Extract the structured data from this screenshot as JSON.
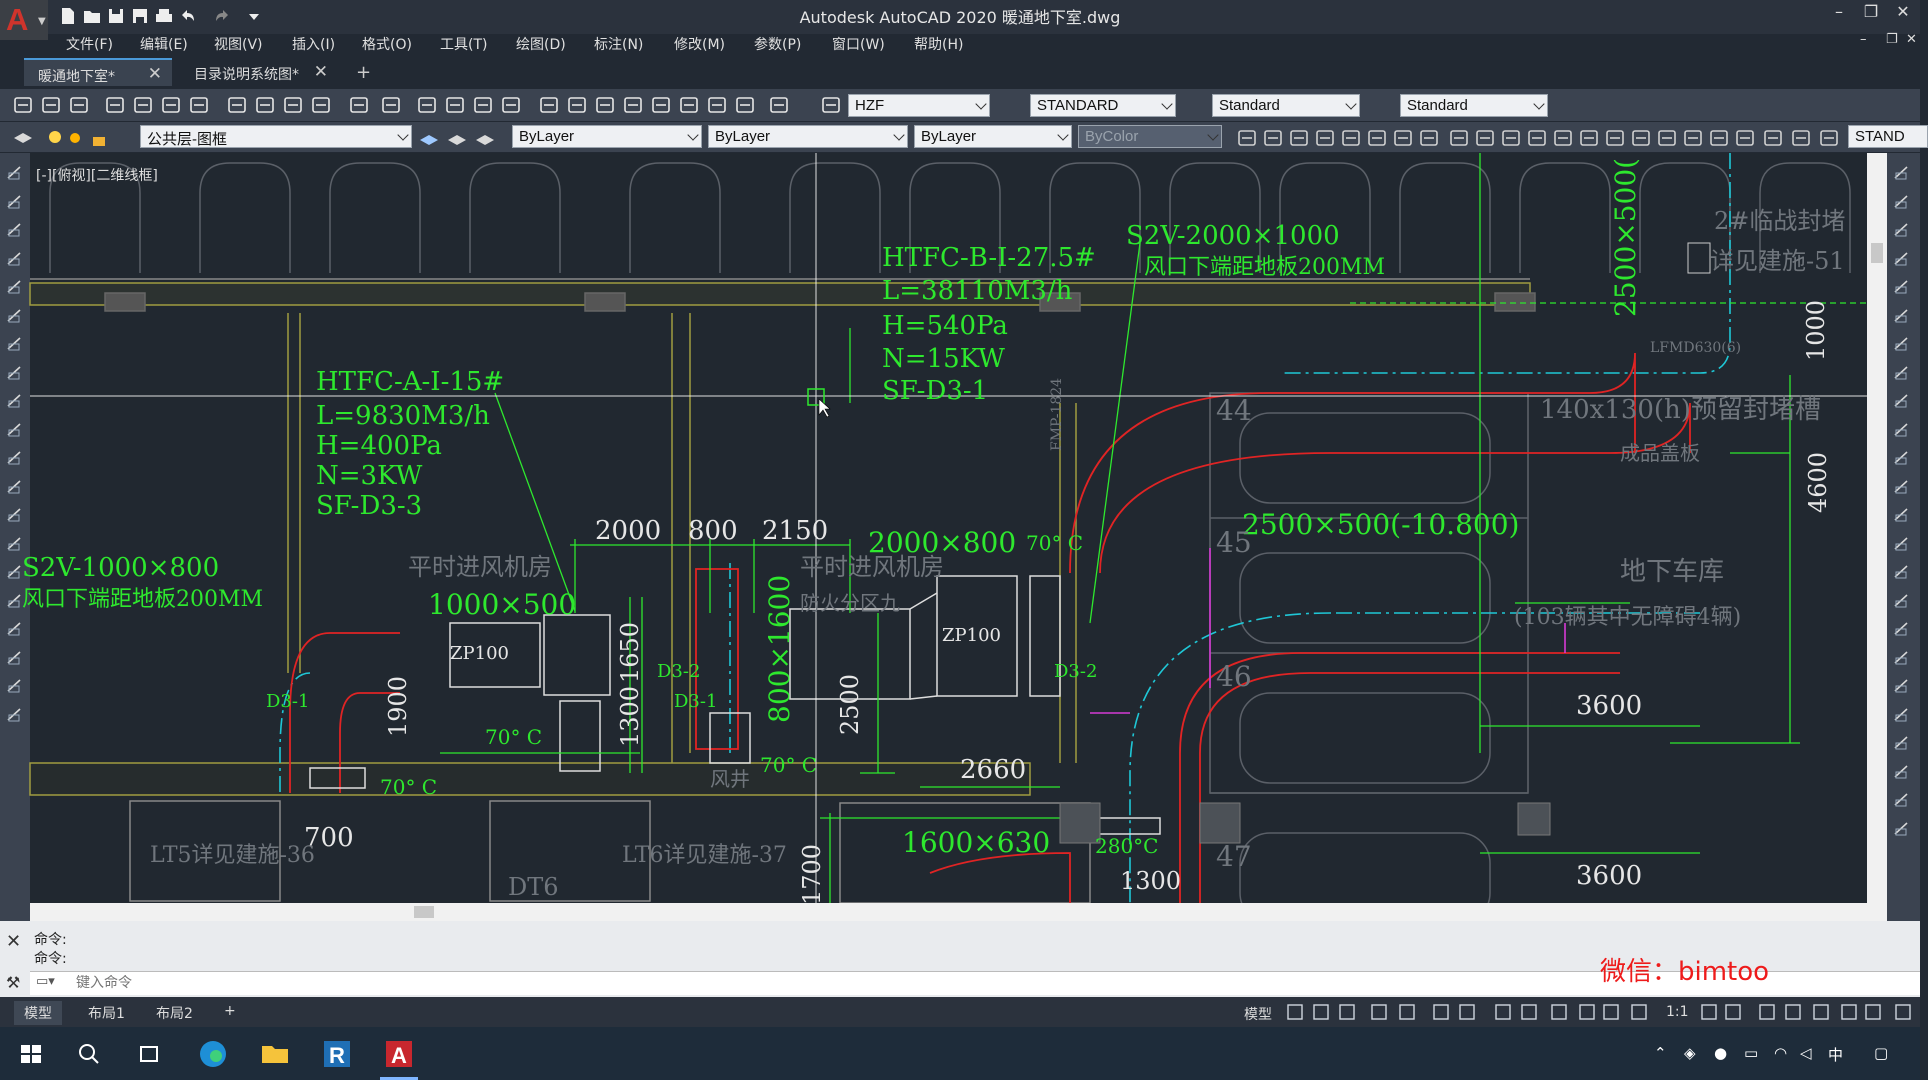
{
  "app": {
    "window_title": "Autodesk AutoCAD 2020   暖通地下室.dwg",
    "logo_letter": "A",
    "win_min": "–",
    "win_max": "❐",
    "win_close": "✕"
  },
  "menubar": {
    "items": [
      "文件(F)",
      "编辑(E)",
      "视图(V)",
      "插入(I)",
      "格式(O)",
      "工具(T)",
      "绘图(D)",
      "标注(N)",
      "修改(M)",
      "参数(P)",
      "窗口(W)",
      "帮助(H)"
    ]
  },
  "tabs": [
    {
      "label": "暖通地下室*",
      "active": true
    },
    {
      "label": "目录说明系统图*",
      "active": false
    }
  ],
  "tab_close": "✕",
  "tab_add": "+",
  "toolbar1": {
    "text_style": "HZF",
    "dim_style": "STANDARD",
    "table_style": "Standard",
    "mleader_style": "Standard"
  },
  "toolbar2": {
    "layer": "公共层-图框",
    "color": "ByLayer",
    "linetype": "ByLayer",
    "lineweight": "ByLayer",
    "plot_style": "ByColor",
    "right_partial": "STAND"
  },
  "drawing": {
    "viewport_label": "[-][俯视][二维线框]",
    "labels": {
      "htfc_b_name": "HTFC-B-I-27.5#",
      "htfc_b_flow": "L=38110M3/h",
      "htfc_b_h": "H=540Pa",
      "htfc_b_n": "N=15KW",
      "htfc_b_sf": "SF-D3-1",
      "s2v_top": "S2V-2000×1000",
      "s2v_top_note": "风口下端距地板200MM",
      "htfc_a_name": "HTFC-A-I-15#",
      "htfc_a_flow": "L=9830M3/h",
      "htfc_a_h": "H=400Pa",
      "htfc_a_n": "N=3KW",
      "htfc_a_sf": "SF-D3-3",
      "s2v_left": "S2V-1000×800",
      "s2v_left_note": "风口下端距地板200MM",
      "dim_2000": "2000",
      "dim_800": "800",
      "dim_2150": "2150",
      "duct_2000x800": "2000×800",
      "duct_1000x500": "1000×500",
      "duct_2500x500": "2500×500(-10.800)",
      "duct_2500x500_top": "2500×500(",
      "duct_800x1600": "800×1600",
      "duct_1600x630": "1600×630",
      "temp_70_a": "70° C",
      "temp_70_b": "70° C",
      "temp_70_c": "70° C",
      "temp_70_d": "70° C",
      "temp_280": "280°C",
      "zp100_a": "ZP100",
      "zp100_b": "ZP100",
      "d3_1_a": "D3-1",
      "d3_1_b": "D3-1",
      "d3_2_a": "D3-2",
      "d3_2_b": "D3-2",
      "dim_1650": "1650",
      "dim_1300": "1300",
      "dim_1900": "1900",
      "dim_2500": "2500",
      "dim_2660": "2660",
      "dim_700": "700",
      "dim_1700": "1700",
      "dim_1300_b": "1300",
      "dim_3600_a": "3600",
      "dim_3600_b": "3600",
      "dim_4600": "4600",
      "dim_1000": "1000",
      "room_a": "平时进风机房",
      "room_b": "平时进风机房",
      "fire_zone": "防火分区九",
      "garage": "地下车库",
      "garage_note": "(103辆其中无障碍4辆)",
      "seal_a": "2#临战封堵",
      "seal_b": "详见建施-51",
      "slot": "140x130(h)预留封堵槽",
      "cover": "成品盖板",
      "lt5": "LT5详见建施-36",
      "lt6": "LT6详见建施-37",
      "dt6": "DT6",
      "shaft": "风井",
      "lfmd": "LFMD630(6)",
      "fmp": "FMP-1824",
      "park_44": "44",
      "park_45": "45",
      "park_46": "46",
      "park_47": "47"
    }
  },
  "command": {
    "history": [
      "命令:",
      "命令:"
    ],
    "placeholder": "键入命令",
    "watermark": "微信：bimtoo"
  },
  "statusbar": {
    "layouts": [
      "模型",
      "布局1",
      "布局2"
    ],
    "add": "+",
    "model_label": "模型",
    "scale": "1:1"
  },
  "taskbar": {
    "ime": "中",
    "apps": [
      "windows-start",
      "search",
      "task-view",
      "edge",
      "file-explorer",
      "revit",
      "autocad"
    ]
  }
}
